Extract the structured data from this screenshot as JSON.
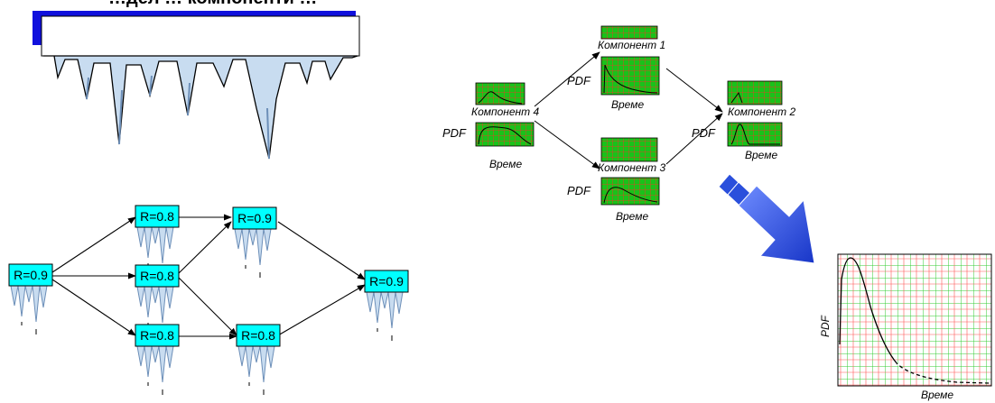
{
  "top_line": "…дел … компоненти …",
  "colors": {
    "box_fill": "#00ffff",
    "grid_green": "#00c000",
    "grid_red": "#ff2020",
    "arrow_blue": "#2a4fdc",
    "ice_blue": "#c8dcf0",
    "banner_blue": "#1010dd"
  },
  "reliability_network": {
    "nodes": [
      {
        "id": "n1",
        "label": "R=0.9"
      },
      {
        "id": "n2",
        "label": "R=0.8"
      },
      {
        "id": "n3",
        "label": "R=0.8"
      },
      {
        "id": "n4",
        "label": "R=0.8"
      },
      {
        "id": "n5",
        "label": "R=0.9"
      },
      {
        "id": "n6",
        "label": "R=0.8"
      },
      {
        "id": "n7",
        "label": "R=0.9"
      }
    ]
  },
  "pdf_network": {
    "components": [
      {
        "id": "k1",
        "name": "Компонент 1"
      },
      {
        "id": "k2",
        "name": "Компонент 2"
      },
      {
        "id": "k3",
        "name": "Компонент 3"
      },
      {
        "id": "k4",
        "name": "Компонент 4"
      }
    ],
    "pdf_label": "PDF",
    "time_label": "Време"
  },
  "result_chart": {
    "ylabel": "PDF",
    "xlabel": "Време"
  }
}
